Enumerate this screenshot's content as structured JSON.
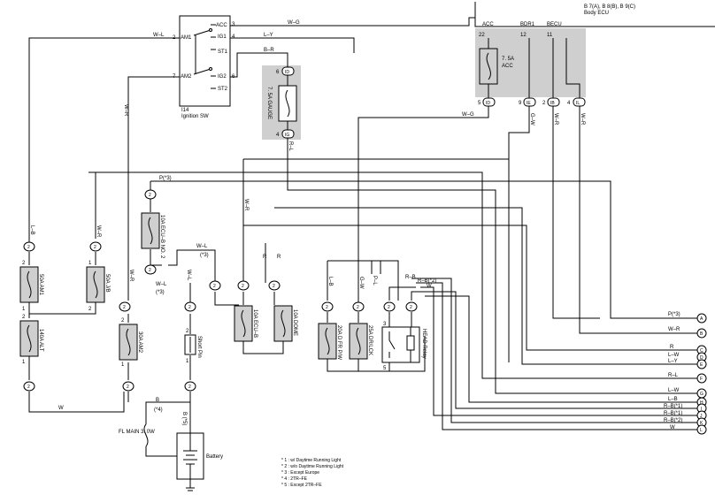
{
  "ecu": {
    "pins": "B 7(A), B 8(B), B 9(C)",
    "name": "Body ECU",
    "term_acc": "ACC",
    "term_bdr1": "BDR1",
    "term_becu": "BECU",
    "pin22": "22",
    "pin12": "12",
    "pin11": "11",
    "fuse_rating": "7. 5A",
    "fuse_name": "ACC",
    "conn_id": "ID",
    "conn_ie": "IE",
    "conn_ib": "IB",
    "conn_il": "IL",
    "num5": "5",
    "num9": "9",
    "num2": "2",
    "num4": "4"
  },
  "ignition": {
    "id": "I14",
    "name": "Ignition SW",
    "acc": "ACC",
    "ig1": "IG1",
    "st1": "ST1",
    "ig2": "IG2",
    "st2": "ST2",
    "am1": "AM1",
    "am2": "AM2",
    "n3": "3",
    "n4": "4",
    "n6": "6",
    "n2": "2",
    "n7": "7"
  },
  "gauge": {
    "rating_name": "7. 5A GAUGE",
    "top_conn": "ID",
    "bot_conn": "IG",
    "n6": "6",
    "n4": "4"
  },
  "wires": {
    "w_g": "W–G",
    "l_y": "L–Y",
    "b_r": "B–R",
    "w_l": "W–L",
    "w_r": "W–R",
    "r_l": "R–L",
    "w_g2": "W–G",
    "g_w": "G–W",
    "w_r2": "W–R",
    "w_r3": "W–R",
    "p3": "P(*3)",
    "w_l2": "W–L",
    "star3": "(*3)",
    "w_l3": "W–L",
    "star3b": "(*3)",
    "w_l4": "W–L",
    "l_b": "L–B",
    "w_r4": "W–R",
    "w_r5": "W–R",
    "r": "R",
    "r2": "R",
    "l_b2": "L–B",
    "g_w2": "G–W",
    "p_l": "P–L",
    "r_b": "R–B",
    "r_b2": "R–B(*2)",
    "w": "W",
    "w_bottom": "W",
    "b": "B",
    "star4": "(*4)",
    "b_star5": "B (*5)",
    "l": "L",
    "w_r_top": "W–R"
  },
  "fuses": {
    "am1": "50A AM1",
    "ecu_b2": "10A ECU–B NO. 2",
    "main_j": "50A J/B",
    "alt": "140A ALT",
    "am2": "30A AM2",
    "short_pin": "Short Pin",
    "ecu_b": "10A ECU–B",
    "dome": "10A DOME",
    "d_fr_p_w": "20A D FR P/W",
    "dr_lck": "25A DR/LCK",
    "fl_main": "FL MAIN 3. 0W",
    "battery": "Battery",
    "headrelay": "HEAD Relay",
    "n1": "1",
    "n2": "2",
    "n3": "3",
    "n5": "5"
  },
  "right": {
    "p3": "P(*3)",
    "w_r": "W–R",
    "r": "R",
    "l_w": "L–W",
    "l_y": "L–Y",
    "r_l": "R–L",
    "l_w2": "L–W",
    "l_b": "L–B",
    "r_b1": "R–B(*1)",
    "r_b1b": "R–B(*1)",
    "r_b2": "R–B(*2)",
    "w": "W",
    "A": "A",
    "B": "B",
    "C": "C",
    "D": "D",
    "E": "E",
    "F": "F",
    "G": "G",
    "H": "H",
    "I": "I",
    "J": "J",
    "K": "K",
    "L": "L"
  },
  "conn_label": "2",
  "notes": [
    "* 1 : w/ Daytime Running Light",
    "* 2 : w/o Daytime Running Light",
    "* 3 : Except Europe",
    "* 4 : 2TR–FE",
    "* 5 : Except 2TR–FE"
  ]
}
